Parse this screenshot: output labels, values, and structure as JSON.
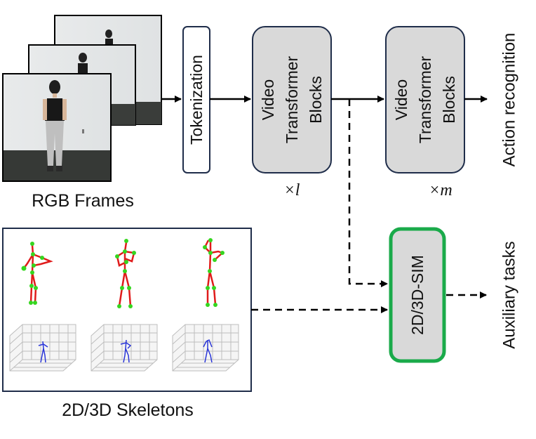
{
  "rgb_frames_label": "RGB Frames",
  "skeletons_label": "2D/3D Skeletons",
  "tokenization_label": "Tokenization",
  "block1": {
    "lines": [
      "Video",
      "Transformer",
      "Blocks"
    ],
    "repeat": "×l"
  },
  "block2": {
    "lines": [
      "Video",
      "Transformer",
      "Blocks"
    ],
    "repeat": "×m"
  },
  "sim_label": "2D/3D-SIM",
  "output_action": "Action recognition",
  "output_aux": "Auxiliary tasks",
  "colors": {
    "block_fill": "#d9d9d9",
    "block_stroke": "#1f2d4a",
    "sim_stroke": "#1aaa4a",
    "bone_red": "#e01b1b",
    "joint_green": "#35d61f",
    "skeleton3d_blue": "#2a36d8"
  }
}
